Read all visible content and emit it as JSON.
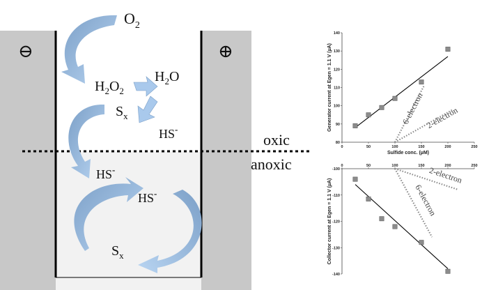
{
  "diagram": {
    "electrode_left_symbol": "⊖",
    "electrode_right_symbol": "⊕",
    "oxic_label": "oxic",
    "anoxic_label": "anoxic",
    "species": {
      "o2": "O",
      "o2_sub": "2",
      "h2o2_h": "H",
      "h2o2_sub1": "2",
      "h2o2_o": "O",
      "h2o2_sub2": "2",
      "h2o_h": "H",
      "h2o_sub": "2",
      "h2o_o": "O",
      "sx_upper": "S",
      "sx_upper_sub": "x",
      "hs_upper": "HS",
      "hs_upper_sup": "-",
      "hs_left": "HS",
      "hs_left_sup": "-",
      "hs_right": "HS",
      "hs_right_sup": "-",
      "sx_lower": "S",
      "sx_lower_sub": "x"
    },
    "colors": {
      "electrode_fill": "#c8c8c8",
      "anoxic_fill": "#f2f2f2",
      "arrow_light": "#a9c9ec",
      "arrow_dark": "#7b9fc7"
    }
  },
  "chart_data": [
    {
      "type": "scatter",
      "ylabel": "Generator current at Egen = 1.1 V (µA)",
      "xlabel": "Sulfide conc. (µM)",
      "xlim": [
        0,
        250
      ],
      "ylim": [
        80,
        140
      ],
      "xticks": [
        "0",
        "50",
        "100",
        "150",
        "200",
        "250"
      ],
      "yticks": [
        "80",
        "90",
        "100",
        "110",
        "120",
        "130",
        "140"
      ],
      "points": [
        {
          "x": 25,
          "y": 89
        },
        {
          "x": 50,
          "y": 95
        },
        {
          "x": 75,
          "y": 99
        },
        {
          "x": 100,
          "y": 104
        },
        {
          "x": 150,
          "y": 113
        },
        {
          "x": 200,
          "y": 131
        }
      ],
      "fit_line": {
        "x": [
          25,
          200
        ],
        "y": [
          88,
          127
        ]
      },
      "reference_lines": [
        {
          "label": "6-electron",
          "x": [
            100,
            155
          ],
          "y": [
            80,
            111
          ]
        },
        {
          "label": "2-electron",
          "x": [
            100,
            210
          ],
          "y": [
            80,
            98
          ]
        }
      ],
      "marker_color": "#8c8c8c",
      "grid": false
    },
    {
      "type": "scatter",
      "ylabel": "Collector current at Egen = 1.1 V (µA)",
      "xlabel": "",
      "xlim": [
        0,
        250
      ],
      "ylim": [
        -140,
        -100
      ],
      "xticks": [
        "0",
        "50",
        "100",
        "150",
        "200",
        "250"
      ],
      "yticks": [
        "-100",
        "-110",
        "-120",
        "-130",
        "-140"
      ],
      "points": [
        {
          "x": 25,
          "y": -104
        },
        {
          "x": 50,
          "y": -111.5
        },
        {
          "x": 75,
          "y": -119
        },
        {
          "x": 100,
          "y": -122
        },
        {
          "x": 150,
          "y": -128
        },
        {
          "x": 200,
          "y": -139
        }
      ],
      "fit_line": {
        "x": [
          25,
          200
        ],
        "y": [
          -106,
          -138
        ]
      },
      "reference_lines": [
        {
          "label": "2-electron",
          "x": [
            100,
            220
          ],
          "y": [
            -100,
            -108
          ]
        },
        {
          "label": "6-electron",
          "x": [
            100,
            170
          ],
          "y": [
            -100,
            -126
          ]
        }
      ],
      "marker_color": "#8c8c8c",
      "grid": false
    }
  ]
}
